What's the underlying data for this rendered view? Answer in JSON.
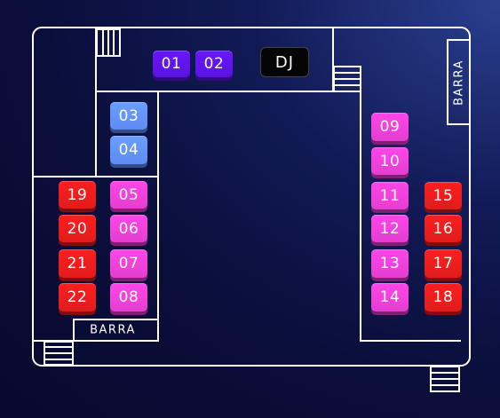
{
  "colors": {
    "background": "#0a0e3a",
    "line": "#ffffff",
    "tier_purple": "#5b14e0",
    "tier_blue": "#5f8cf2",
    "tier_pink": "#e43ed0",
    "tier_red": "#e11c1c",
    "dj": "#050505"
  },
  "icons": [
    "stairs-icon"
  ],
  "labels": {
    "dj": "DJ",
    "bar_right": "BARRA",
    "bar_bottom": "BARRA"
  },
  "tables": [
    {
      "id": "01",
      "tier": "purple"
    },
    {
      "id": "02",
      "tier": "purple"
    },
    {
      "id": "03",
      "tier": "blue"
    },
    {
      "id": "04",
      "tier": "blue"
    },
    {
      "id": "05",
      "tier": "pink"
    },
    {
      "id": "06",
      "tier": "pink"
    },
    {
      "id": "07",
      "tier": "pink"
    },
    {
      "id": "08",
      "tier": "pink"
    },
    {
      "id": "09",
      "tier": "pink"
    },
    {
      "id": "10",
      "tier": "pink"
    },
    {
      "id": "11",
      "tier": "pink"
    },
    {
      "id": "12",
      "tier": "pink"
    },
    {
      "id": "13",
      "tier": "pink"
    },
    {
      "id": "14",
      "tier": "pink"
    },
    {
      "id": "15",
      "tier": "red"
    },
    {
      "id": "16",
      "tier": "red"
    },
    {
      "id": "17",
      "tier": "red"
    },
    {
      "id": "18",
      "tier": "red"
    },
    {
      "id": "19",
      "tier": "red"
    },
    {
      "id": "20",
      "tier": "red"
    },
    {
      "id": "21",
      "tier": "red"
    },
    {
      "id": "22",
      "tier": "red"
    }
  ]
}
